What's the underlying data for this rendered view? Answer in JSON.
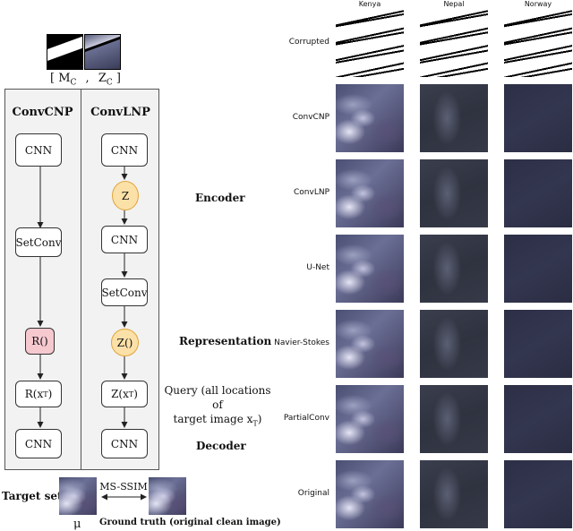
{
  "context": {
    "left_label": "[ M",
    "left_sub": "C",
    "sep": ",",
    "right_label": "Z",
    "right_sub": "C",
    "close": "]"
  },
  "columns": {
    "left": "ConvCNP",
    "right": "ConvLNP"
  },
  "left_nodes": {
    "cnn1": "CNN",
    "setconv": "SetConv",
    "r": "R()",
    "rxt": "R(x",
    "rxt_sub": "T",
    "rxt_close": ")",
    "cnn2": "CNN"
  },
  "right_nodes": {
    "cnn1": "CNN",
    "z": "Z",
    "cnn2": "CNN",
    "setconv": "SetConv",
    "zz": "Z()",
    "zxt": "Z(x",
    "zxt_sub": "T",
    "zxt_close": ")",
    "cnn3": "CNN"
  },
  "stages": {
    "encoder": "Encoder",
    "representation": "Representation",
    "decoder": "Decoder"
  },
  "query": {
    "line1": "Query (all locations of",
    "line2": "target image x",
    "line2_sub": "T",
    "line2_close": ")"
  },
  "bottom": {
    "target_set": "Target set",
    "mu": "μ",
    "ms_ssim": "MS-SSIM",
    "ground_truth": "Ground truth (original clean image)"
  },
  "grid": {
    "columns": [
      "Kenya",
      "Nepal",
      "Norway"
    ],
    "rows": [
      "Corrupted",
      "ConvCNP",
      "ConvLNP",
      "U-Net",
      "Navier-Stokes",
      "PartialConv",
      "Original"
    ]
  },
  "colors": {
    "panel_bg": "#f2f2f2",
    "latent_fill": "#fbe1a8",
    "latent_stroke": "#e0a438",
    "repr_fill": "#f6c9cf"
  }
}
